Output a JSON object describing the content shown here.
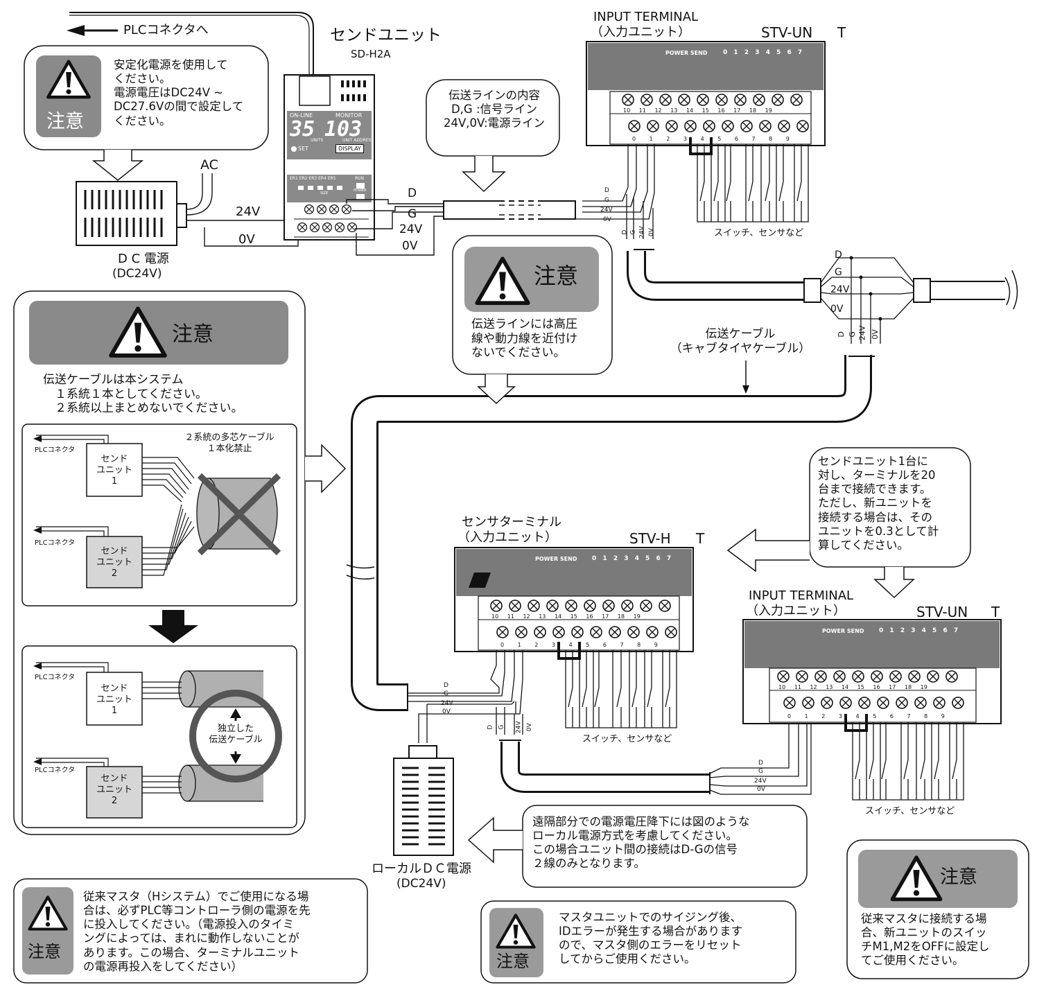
{
  "colors": {
    "panel_gray": "#8a8a8a",
    "terminal_gray": "#7a7a7a",
    "warn_gray": "#9a9a9a",
    "line": "#111111"
  },
  "top": {
    "plc_arrow_label": "PLCコネクタへ",
    "send_unit_title": "センドユニット",
    "send_unit_model": "SD-H2A",
    "input_terminal_title": "INPUT TERMINAL",
    "input_terminal_sub": "（入力ユニット）",
    "input_terminal_model": "STV-UN",
    "input_terminal_suffix": "T"
  },
  "caution_label": "注意",
  "power_note": {
    "lines": [
      "安定化電源を使用して",
      "ください。",
      "電源電圧はDC24V ~",
      "DC27.6Vの間で設定して",
      "ください。"
    ]
  },
  "dc_power": {
    "ac": "AC",
    "v24": "24V",
    "v0": "0V",
    "label": "D C 電源",
    "sub": "(DC24V)"
  },
  "send_unit_panel": {
    "online": "ON-LINE",
    "monitor": "MONITOR",
    "digits_left": "35",
    "digits_right": "103",
    "units": "UNITS",
    "unit_address": "UNIT ADDRESS",
    "set": "SET",
    "display": "DISPLAY",
    "er_labels": [
      "ER1",
      "ER2",
      "ER3",
      "ER4",
      "ER5"
    ],
    "run": "RUN",
    "power": "POWER",
    "size": "SIZE"
  },
  "wires": {
    "d": "D",
    "g": "G",
    "v24": "24V",
    "v0": "0V"
  },
  "line_note": {
    "lines": [
      "伝送ラインの内容",
      "D,G :信号ライン",
      "24V,0V:電源ライン"
    ]
  },
  "terminal_panel": {
    "power": "POWER",
    "send": "SEND",
    "channels": [
      "0",
      "1",
      "2",
      "3",
      "4",
      "5",
      "6",
      "7"
    ],
    "upper_nums": [
      "10",
      "11",
      "12",
      "13",
      "14",
      "15",
      "16",
      "17",
      "18",
      "19"
    ],
    "lower_nums": [
      "0",
      "1",
      "2",
      "3",
      "4",
      "5",
      "6",
      "7",
      "8",
      "9"
    ]
  },
  "switch_label": "スイッチ、センサなど",
  "hv_warning": {
    "lines": [
      "伝送ラインには高圧",
      "線や動力線を近付け",
      "ないでください。"
    ]
  },
  "cable_label": {
    "lines": [
      "伝送ケーブル",
      "（キャブタイヤケーブル）"
    ]
  },
  "big_caution": {
    "lines": [
      "伝送ケーブルは本システム",
      "　１系統１本としてください。",
      "　２系統以上まとめないでください。"
    ]
  },
  "inner_top": {
    "plc": "PLCコネクタ",
    "send1": [
      "センド",
      "ユニット",
      "1"
    ],
    "send2": [
      "センド",
      "ユニット",
      "2"
    ],
    "note": [
      "２系統の多芯ケーブル",
      "１本化禁止"
    ]
  },
  "inner_bottom": {
    "plc": "PLCコネクタ",
    "send1": [
      "センド",
      "ユニット",
      "1"
    ],
    "send2": [
      "センド",
      "ユニット",
      "2"
    ],
    "note": [
      "独立した",
      "伝送ケーブル"
    ]
  },
  "twenty_note": {
    "lines": [
      "センドユニット1台に",
      "対し、ターミナルを20",
      "台まで接続できます。",
      "ただし、新ユニットを",
      "接続する場合は、その",
      "ユニットを0.3として計",
      "算してください。"
    ]
  },
  "sensor_terminal": {
    "title": "センサターミナル",
    "sub": "（入力ユニット）",
    "model": "STV-H",
    "suffix": "T"
  },
  "local_power": {
    "label": "ローカルＤＣ電源",
    "sub": "(DC24V)"
  },
  "local_note": {
    "lines": [
      "遠隔部分での電源電圧降下には図のような",
      "ローカル電源方式を考慮してください。",
      "この場合ユニット間の接続はD-Gの信号",
      "２線のみとなります。"
    ]
  },
  "hsys_note": {
    "lines": [
      "従来マスタ（Hシステム）でご使用になる場",
      "合は、必ずPLC等コントローラ側の電源を先",
      "に投入してください。（電源投入のタイミ",
      "ングによっては、まれに動作しないことが",
      "あります。この場合、ターミナルユニット",
      "の電源再投入をしてください）"
    ]
  },
  "sizing_note": {
    "lines": [
      "マスタユニットでのサイジング後、",
      "IDエラーが発生する場合があります",
      "ので、マスタ側のエラーをリセット",
      "してからご使用ください。"
    ]
  },
  "m_switch_note": {
    "lines": [
      "従来マスタに接続する場",
      "合、新ユニットのスイッ",
      "チM1,M2をOFFに設定し",
      "てご使用ください。"
    ]
  }
}
